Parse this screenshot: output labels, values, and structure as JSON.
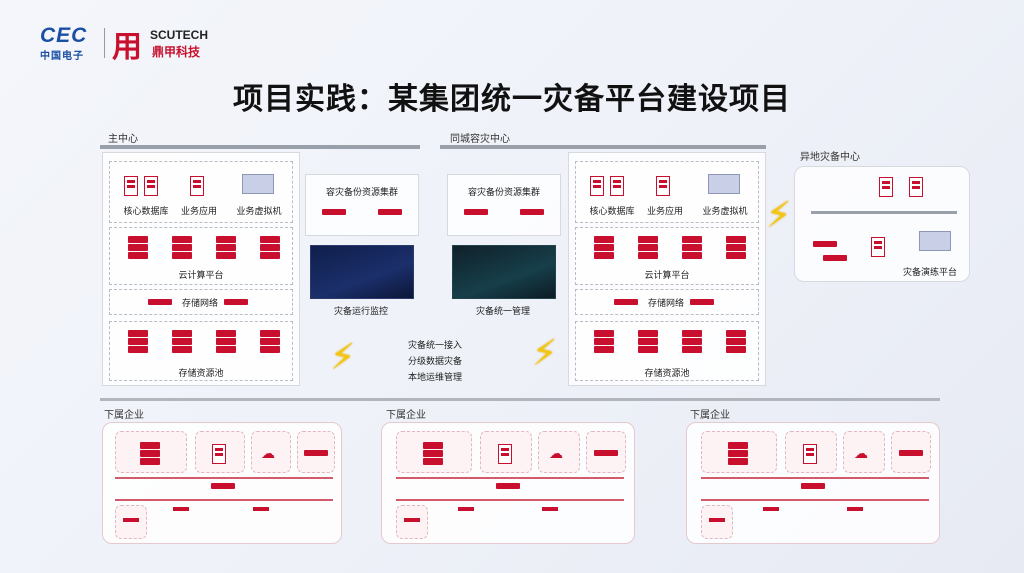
{
  "logo": {
    "cec": "CEC",
    "cec_sub": "中国电子",
    "brand": "SCUTECH",
    "brand_sub": "鼎甲科技"
  },
  "title": "项目实践：某集团统一灾备平台建设项目",
  "main_center": {
    "label": "主中心",
    "core_db": "核心数据库",
    "biz_app": "业务应用",
    "biz_vm": "业务虚拟机",
    "cloud": "云计算平台",
    "storage_net": "存储网络",
    "storage_pool": "存储资源池"
  },
  "backup_cluster_left": {
    "label": "容灾备份资源集群"
  },
  "backup_cluster_right": {
    "label": "容灾备份资源集群"
  },
  "monitor_left": {
    "label": "灾备运行监控"
  },
  "monitor_right": {
    "label": "灾备统一管理"
  },
  "features": [
    "灾备统一接入",
    "分级数据灾备",
    "本地运维管理"
  ],
  "city_center": {
    "label": "同城容灾中心",
    "core_db": "核心数据库",
    "biz_app": "业务应用",
    "biz_vm": "业务虚拟机",
    "cloud": "云计算平台",
    "storage_net": "存储网络",
    "storage_pool": "存储资源池"
  },
  "remote_center": {
    "label": "异地灾备中心",
    "drill": "灾备演练平台"
  },
  "subsidiaries": [
    {
      "label": "下属企业"
    },
    {
      "label": "下属企业"
    },
    {
      "label": "下属企业"
    }
  ],
  "colors": {
    "accent": "#c8102e",
    "bolt": "#f3c613",
    "brand_blue": "#1a4fa3"
  }
}
